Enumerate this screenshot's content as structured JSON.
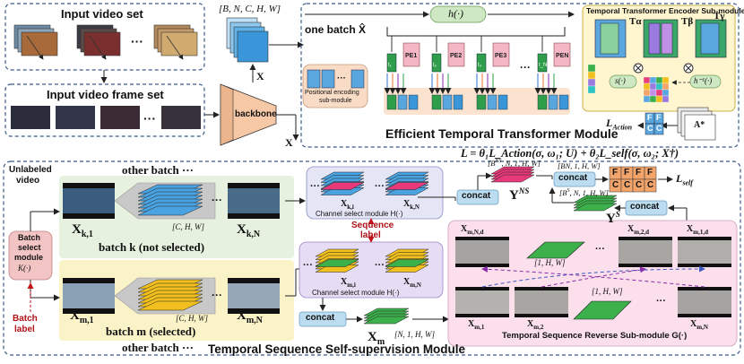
{
  "input_set": {
    "title": "Input video set",
    "ellipsis": "···"
  },
  "frame_set": {
    "title": "Input video frame set",
    "ellipsis": "···"
  },
  "shape_top": "[B, N, C, H, W]",
  "backbone": "backbone",
  "x_label": "X",
  "x_label2": "X",
  "h_func": "h(·)",
  "etm": {
    "one_batch": "one batch X̂",
    "title": "Efficient Temporal Transformer Module",
    "pe_sub": [
      "Positional encoding",
      "sub-module"
    ],
    "pe_labels": [
      "PE",
      "PE",
      "PE",
      "PE"
    ],
    "pe_subs": [
      "1",
      "2",
      "3",
      "N"
    ],
    "t_labels": [
      "t₁",
      "t₂",
      "t₃",
      "t_N"
    ],
    "ellipsis": "···"
  },
  "tte": {
    "title": "Temporal Transformer Encoder Sub-module",
    "t_alpha": "Tα",
    "t_beta": "Tβ",
    "t_gamma": "Tγ",
    "s_func": "s(·)",
    "h_inv": "h⁻¹(·)",
    "a_star": "A*",
    "fc": [
      "F",
      "F",
      "C",
      "C"
    ],
    "l_action": "L",
    "l_action_sub": "Action"
  },
  "loss_eq": "L = θ₁L_Action(σ, ω₁; U) + θ₂L_self(σ, ω₂; X†)",
  "tss": {
    "title": "Temporal Sequence Self-supervision Module",
    "unlabeled": [
      "Unlabeled",
      "video"
    ],
    "other_batch_top": "other batch ···",
    "other_batch_bottom": "other batch ···",
    "batch_k": "batch k (not selected)",
    "batch_m": "batch m (selected)",
    "xk1": "X",
    "xk1_sub": "k,1",
    "xkN": "X",
    "xkN_sub": "k,N",
    "xm1": "X",
    "xm1_sub": "m,1",
    "xmN": "X",
    "xmN_sub": "m,N",
    "chw": "[C, H, W]",
    "batch_select": [
      "Batch",
      "select",
      "module",
      "K(·)"
    ],
    "batch_label": [
      "Batch",
      "label"
    ],
    "seq_label": [
      "Sequence",
      "label"
    ],
    "ch_select": "Channel select module H(·)",
    "xki": "X",
    "xki_sub": "k,i",
    "xkN2": "X",
    "xkN2_sub": "k,N",
    "xmi": "X",
    "xmi_sub": "m,i",
    "xmN2": "X",
    "xmN2_sub": "m,N",
    "concat": "concat",
    "xm_big": "X",
    "xm_big_sub": "m",
    "xm_shape": "[N, 1, H, W]",
    "yns": "Y",
    "yns_sup": "NS",
    "ys": "Y",
    "ys_sup": "S",
    "bns_shape": "[B",
    "bns_rest": ", N, 1, H, W]",
    "bs_shape": "[B",
    "bs_rest": ", N, 1, H, W]",
    "bn_shape": "[BN, 1, H, W]",
    "l_self": "L",
    "l_self_sub": "self",
    "reverse_title": "Temporal Sequence Reverse Sub-module G(·)",
    "one_hw": "[1, H, W]",
    "xmNd": "X",
    "xmNd_sub": "m,N,d",
    "xm2d": "X",
    "xm2d_sub": "m,2,d",
    "xm1d": "X",
    "xm1d_sub": "m,1,d",
    "xmN_sub2": "m,N",
    "xm2": "X",
    "xm2_sub": "m,2",
    "xm1_sub2": "m,1"
  },
  "colors": {
    "pe_pink": "#f4b6c4",
    "token_green": "#2e9e4a",
    "backbone_orange": "#f6c8a6",
    "layer_blue": "#4aa3e0",
    "layer_yellow": "#f2c01e",
    "layer_green": "#3cb04a",
    "layer_pink": "#e83a7a",
    "fc_orange": "#f3a46a"
  }
}
